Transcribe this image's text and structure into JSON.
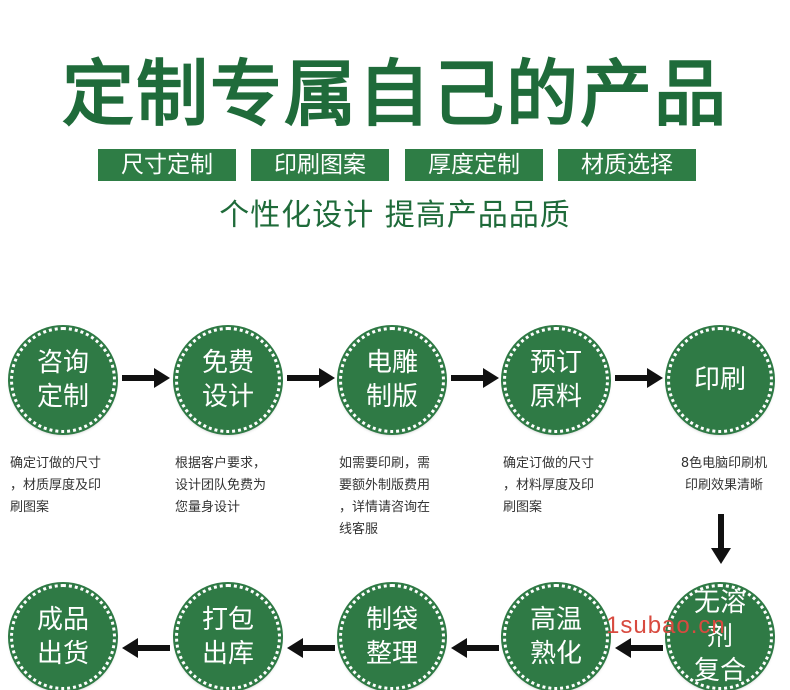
{
  "header": {
    "title": "定制专属自己的产品",
    "tags": [
      "尺寸定制",
      "印刷图案",
      "厚度定制",
      "材质选择"
    ],
    "slogan": "个性化设计 提高产品品质"
  },
  "steps_top": [
    {
      "label": "咨询\n定制",
      "desc": "确定订做的尺寸\n，材质厚度及印\n刷图案"
    },
    {
      "label": "免费\n设计",
      "desc": "根据客户要求，\n设计团队免费为\n您量身设计"
    },
    {
      "label": "电雕\n制版",
      "desc": "如需要印刷，需\n要额外制版费用\n，详情请咨询在\n线客服"
    },
    {
      "label": "预订\n原料",
      "desc": "确定订做的尺寸\n，材料厚度及印\n刷图案"
    },
    {
      "label": "印刷",
      "desc": "8色电脑印刷机\n印刷效果清晰"
    }
  ],
  "steps_bottom": [
    {
      "label": "成品\n出货"
    },
    {
      "label": "打包\n出库"
    },
    {
      "label": "制袋\n整理"
    },
    {
      "label": "高温\n熟化"
    },
    {
      "label": "无溶剂\n复合"
    }
  ],
  "watermark": "1subao.cn",
  "colors": {
    "brand": "#2f7a45",
    "text": "#333333",
    "watermark": "#d84a3f"
  }
}
